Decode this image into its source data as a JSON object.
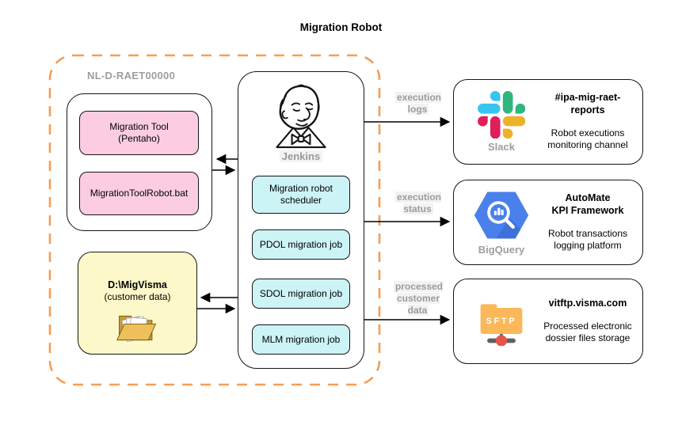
{
  "title": "Migration Robot",
  "environment": {
    "label": "NL-D-RAET00000",
    "tool_group": {
      "migration_tool": "Migration Tool\n(Pentaho)",
      "robot_bat": "MigrationToolRobot.bat"
    },
    "data_folder": {
      "title": "D:\\MigVisma",
      "subtitle": "(customer data)",
      "icon": "open-folder-icon"
    },
    "jenkins": {
      "label": "Jenkins",
      "icon": "jenkins-mascot-icon",
      "scheduler": "Migration robot\nscheduler",
      "jobs": [
        "PDOL migration job",
        "SDOL migration job",
        "MLM migration job"
      ]
    }
  },
  "destinations": [
    {
      "arrow_label": "execution\nlogs",
      "icon": "slack-logo",
      "service_label": "Slack",
      "title": "#ipa-mig-raet-reports",
      "description": "Robot executions\nmonitoring channel"
    },
    {
      "arrow_label": "execution\nstatus",
      "icon": "bigquery-logo",
      "service_label": "BigQuery",
      "title": "AutoMate\nKPI Framework",
      "description": "Robot transactions\nlogging platform"
    },
    {
      "arrow_label": "processed\ncustomer\ndata",
      "icon": "sftp-folder-icon",
      "folder_text": "SFTP",
      "title": "vitftp.visma.com",
      "description": "Processed electronic\ndossier files storage"
    }
  ],
  "colors": {
    "dashed_container": "#f89c52",
    "pink_fill": "#fccde2",
    "cyan_fill": "#ccf3f6",
    "yellow_fill": "#fcf8c9",
    "gray_label": "#999999",
    "slack_blue": "#36C5F0",
    "slack_green": "#2EB67D",
    "slack_red": "#E01E5A",
    "slack_yellow": "#ECB22C",
    "bigquery_blue": "#4A80EC",
    "sftp_orange": "#FBB85A",
    "sftp_node_red": "#E2574C"
  }
}
